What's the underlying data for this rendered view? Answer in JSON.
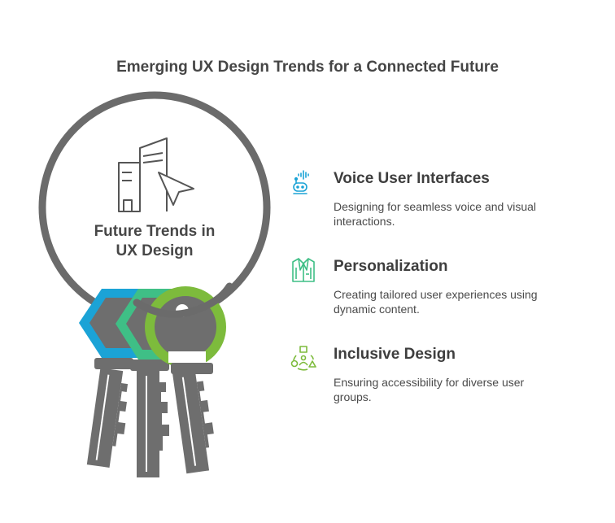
{
  "title": "Emerging UX Design Trends for a Connected Future",
  "center": {
    "label_line1": "Future Trends in",
    "label_line2": "UX Design",
    "icon": "buildings-cursor-icon"
  },
  "items": [
    {
      "heading": "Voice User Interfaces",
      "description": "Designing for seamless voice and visual interactions.",
      "icon": "voice-robot-icon",
      "color": "#1ba3d6"
    },
    {
      "heading": "Personalization",
      "description": "Creating tailored user experiences using dynamic content.",
      "icon": "tailored-jacket-icon",
      "color": "#3fbf86"
    },
    {
      "heading": "Inclusive Design",
      "description": "Ensuring accessibility for diverse user groups.",
      "icon": "diverse-people-icon",
      "color": "#7dbb3c"
    }
  ],
  "keys": [
    {
      "color": "#1ba3d6"
    },
    {
      "color": "#3fbf86"
    },
    {
      "color": "#7dbb3c"
    }
  ],
  "colors": {
    "ring": "#6b6b6b",
    "key_body": "#6e6e6e"
  }
}
